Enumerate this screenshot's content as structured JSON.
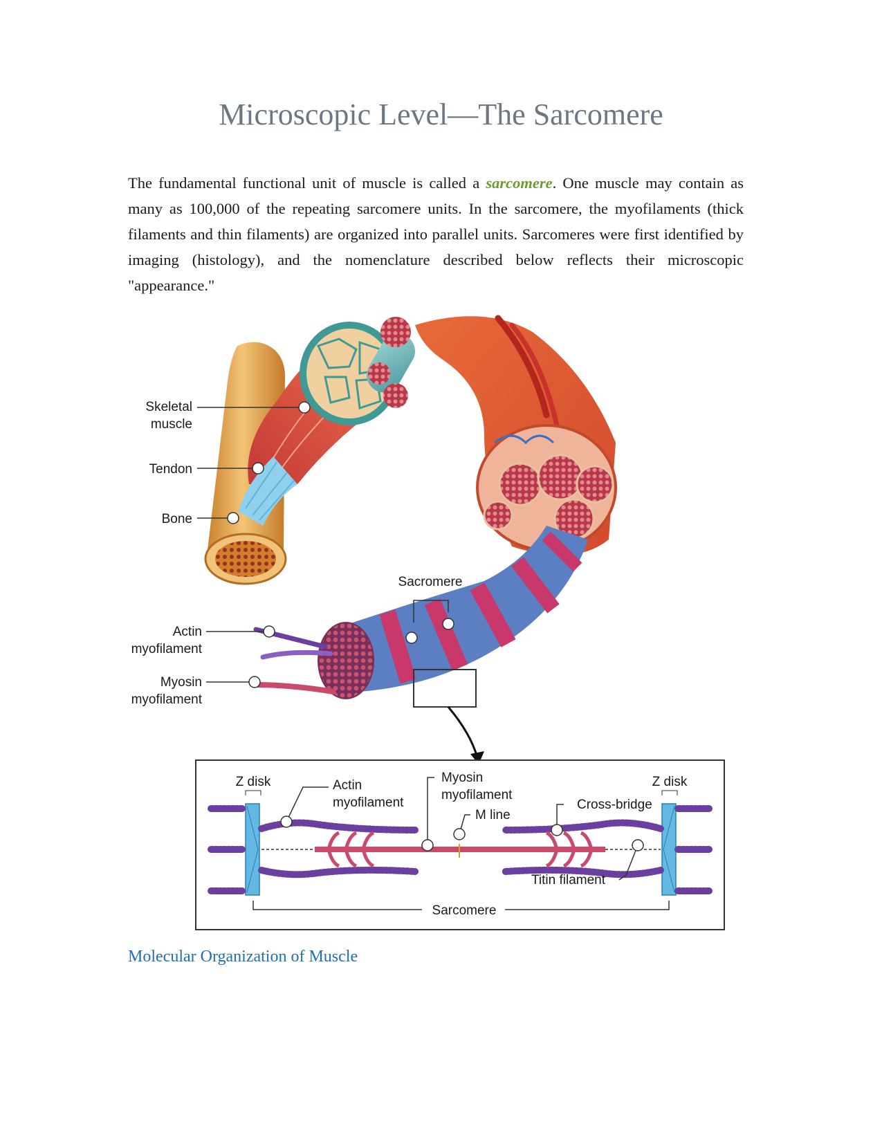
{
  "title": "Microscopic Level—The Sarcomere",
  "intro": {
    "before": "The fundamental functional unit of muscle is called a ",
    "term": "sarcomere",
    "after": ". One muscle may contain as many as 100,000 of the repeating sarcomere units. In the sarcomere, the myofilaments (thick filaments and thin filaments) are organized into parallel units. Sarcomeres were first identified by imaging (histology), and the nomenclature described below reflects their microscopic \"appearance.\""
  },
  "figure": {
    "top_labels": {
      "skeletal_muscle": [
        "Skeletal",
        "muscle"
      ],
      "tendon": "Tendon",
      "bone": "Bone",
      "sacromere": "Sacromere",
      "actin": [
        "Actin",
        "myofilament"
      ],
      "myosin": [
        "Myosin",
        "myofilament"
      ]
    },
    "inset_labels": {
      "z_disk_left": "Z disk",
      "z_disk_right": "Z disk",
      "actin": [
        "Actin",
        "myofilament"
      ],
      "myosin": [
        "Myosin",
        "myofilament"
      ],
      "m_line": "M line",
      "cross_bridge": "Cross-bridge",
      "titin": "Titin filament",
      "sarcomere": "Sarcomere"
    },
    "colors": {
      "bone": "#e0a24a",
      "muscle_red": "#d9534a",
      "muscle_orange": "#e8743b",
      "tendon_blue": "#8fd0ec",
      "sarcomere_blue": "#5b7fc2",
      "sarcomere_pink": "#c8386b",
      "actin_purple": "#6a3fa0",
      "myosin_pink": "#c94a6a",
      "z_disk": "#63b9e3"
    }
  },
  "link": "Molecular Organization of Muscle"
}
